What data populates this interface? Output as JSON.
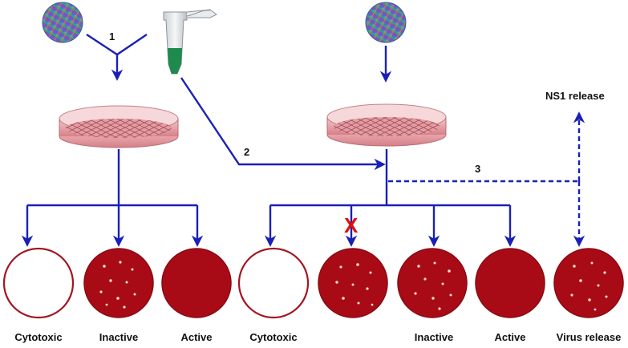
{
  "steps": {
    "step1": "1",
    "step2": "2",
    "step3": "3"
  },
  "labels": {
    "ns1_release": "NS1 release",
    "left_results": [
      "Cytotoxic",
      "Inactive",
      "Active"
    ],
    "right_results": [
      "Cytotoxic",
      "",
      "Inactive",
      "Active",
      "Virus release"
    ]
  },
  "blocked_mark": "X",
  "icons": [
    "virus-icon",
    "antibody-icon",
    "microtube-icon",
    "culture-dish-icon",
    "plaque-well-icon"
  ],
  "colors": {
    "arrow": "#1a1fb8",
    "well_fill": "#a90b16",
    "well_border": "#a31520",
    "cross": "#e01010",
    "dish": "#e8a0a6"
  }
}
